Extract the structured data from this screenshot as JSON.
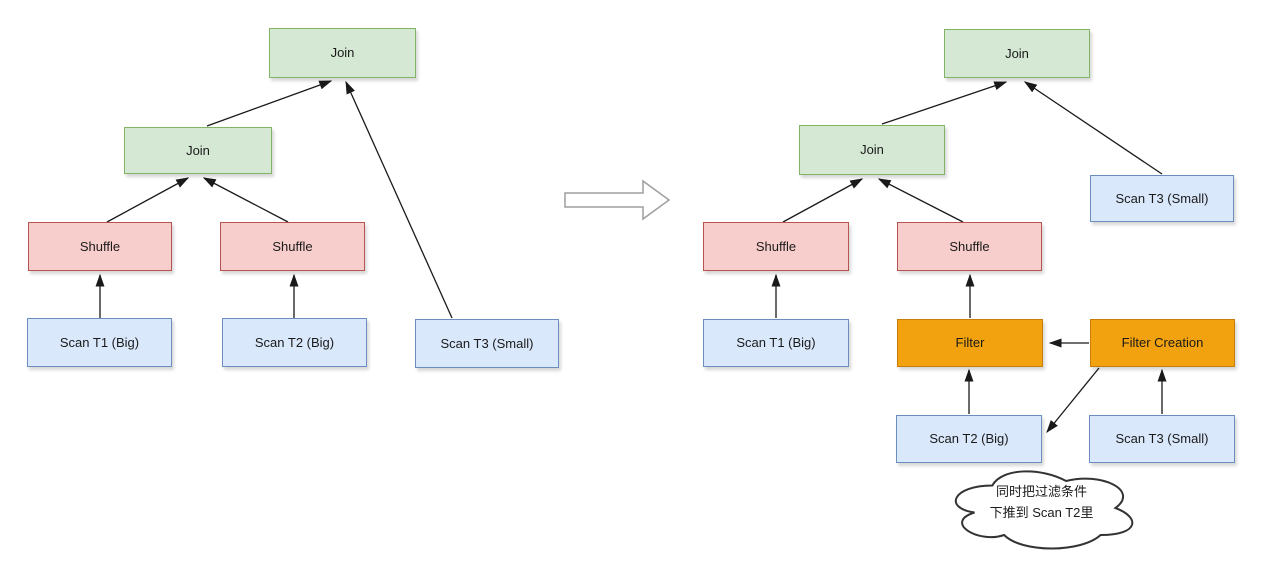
{
  "colors": {
    "green_fill": "#d5e8d4",
    "green_border": "#82b366",
    "pink_fill": "#f8cecc",
    "pink_border": "#b85450",
    "blue_fill": "#dae8fc",
    "blue_border": "#6c8ebf",
    "orange_fill": "#f2a20e",
    "orange_border": "#c87f0a",
    "arrow_color": "#1a1a1a",
    "cloud_border": "#333333",
    "transform_arrow_border": "#9e9e9e"
  },
  "left_plan": {
    "join_top": "Join",
    "join_mid": "Join",
    "shuffle_left": "Shuffle",
    "shuffle_right": "Shuffle",
    "scan_t1": "Scan T1 (Big)",
    "scan_t2": "Scan T2 (Big)",
    "scan_t3": "Scan T3 (Small)"
  },
  "right_plan": {
    "join_top": "Join",
    "join_mid": "Join",
    "scan_t3_top": "Scan T3 (Small)",
    "shuffle_left": "Shuffle",
    "shuffle_right": "Shuffle",
    "scan_t1": "Scan T1 (Big)",
    "filter": "Filter",
    "filter_creation": "Filter Creation",
    "scan_t2": "Scan T2 (Big)",
    "scan_t3_bottom": "Scan T3 (Small)"
  },
  "annotation": {
    "line1": "同时把过滤条件",
    "line2": "下推到 Scan T2里"
  }
}
